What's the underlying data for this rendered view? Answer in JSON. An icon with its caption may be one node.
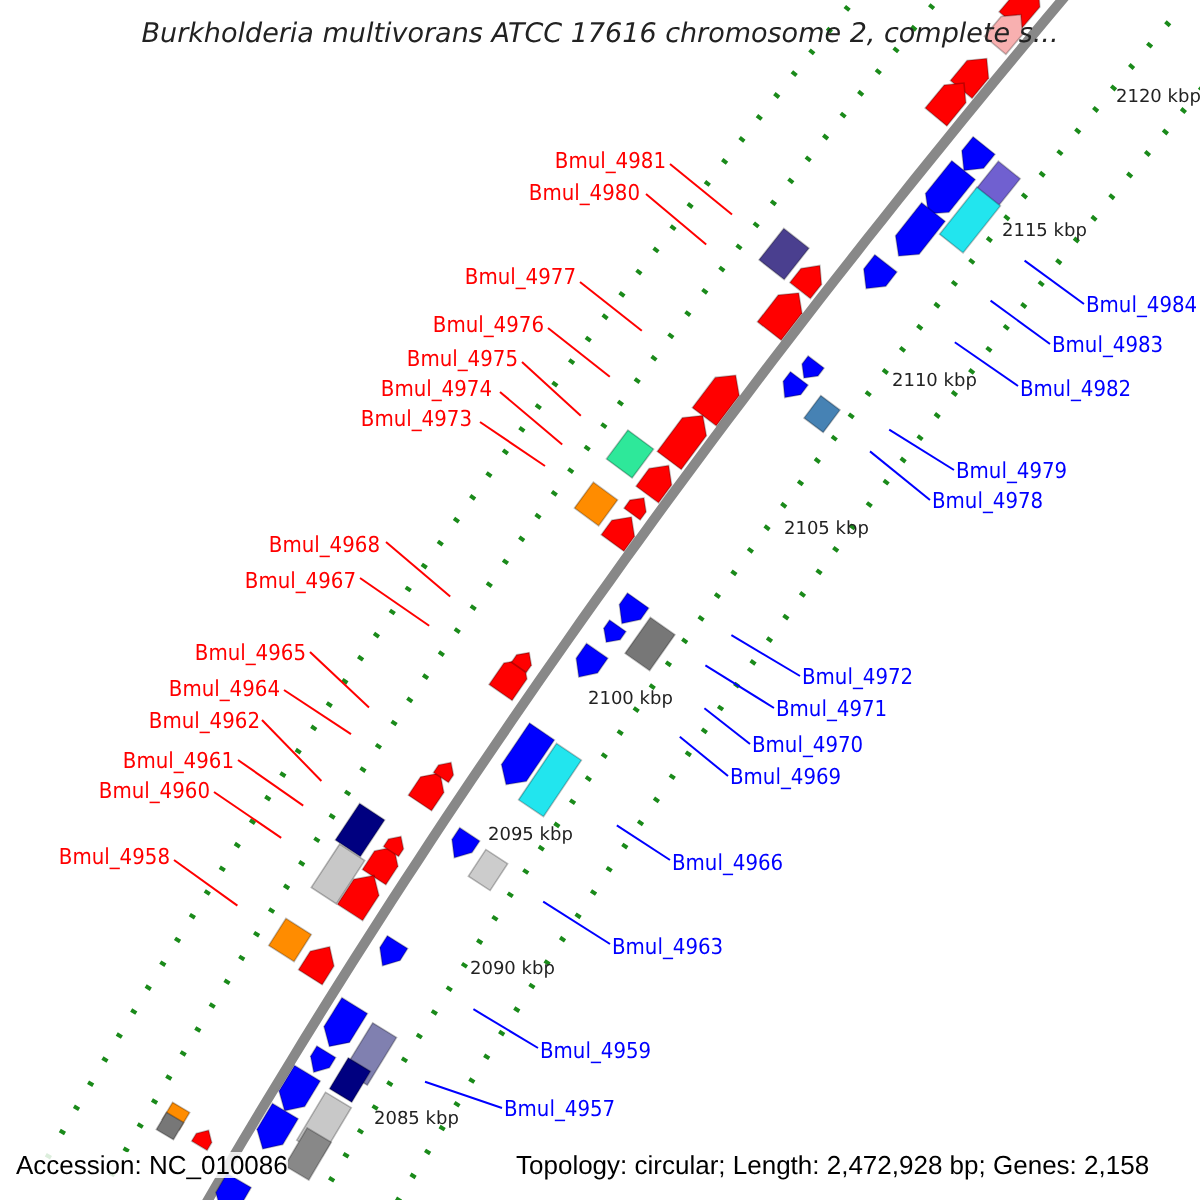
{
  "diagram": {
    "title": "Burkholderia multivorans ATCC 17616 chromosome 2, complete s...",
    "nodes": [
      {
        "text": [
          "Bmul_4981"
        ]
      },
      {
        "text": [
          "Bmul_4980"
        ]
      },
      {
        "text": [
          "Bmul_4977"
        ]
      },
      {
        "text": [
          "Bmul_4976"
        ]
      },
      {
        "text": [
          "Bmul_4975"
        ]
      },
      {
        "text": [
          "Bmul_4974"
        ]
      },
      {
        "text": [
          "Bmul_4973"
        ]
      },
      {
        "text": [
          "Bmul_4968"
        ]
      },
      {
        "text": [
          "Bmul_4967"
        ]
      },
      {
        "text": [
          "Bmul_4965"
        ]
      },
      {
        "text": [
          "Bmul_4964"
        ]
      },
      {
        "text": [
          "Bmul_4962"
        ]
      },
      {
        "text": [
          "Bmul_4961"
        ]
      },
      {
        "text": [
          "Bmul_4960"
        ]
      },
      {
        "text": [
          "Bmul_4958"
        ]
      },
      {
        "text": [
          "Bmul_4984"
        ]
      },
      {
        "text": [
          "Bmul_4983"
        ]
      },
      {
        "text": [
          "Bmul_4982"
        ]
      },
      {
        "text": [
          "Bmul_4979"
        ]
      },
      {
        "text": [
          "Bmul_4978"
        ]
      },
      {
        "text": [
          "Bmul_4972"
        ]
      },
      {
        "text": [
          "Bmul_4971"
        ]
      },
      {
        "text": [
          "Bmul_4970"
        ]
      },
      {
        "text": [
          "Bmul_4969"
        ]
      },
      {
        "text": [
          "Bmul_4966"
        ]
      },
      {
        "text": [
          "Bmul_4963"
        ]
      },
      {
        "text": [
          "Bmul_4959"
        ]
      },
      {
        "text": [
          "Bmul_4957"
        ]
      }
    ],
    "edges": [
      {
        "from": 0,
        "to": null,
        "arrow": "none"
      },
      {
        "from": 1,
        "to": null,
        "arrow": "none"
      },
      {
        "from": 2,
        "to": null,
        "arrow": "none"
      },
      {
        "from": 3,
        "to": null,
        "arrow": "none"
      },
      {
        "from": 4,
        "to": null,
        "arrow": "none"
      },
      {
        "from": 5,
        "to": null,
        "arrow": "none"
      },
      {
        "from": 6,
        "to": null,
        "arrow": "none"
      },
      {
        "from": 7,
        "to": null,
        "arrow": "none"
      },
      {
        "from": 8,
        "to": null,
        "arrow": "none"
      },
      {
        "from": 9,
        "to": null,
        "arrow": "none"
      },
      {
        "from": 10,
        "to": null,
        "arrow": "none"
      },
      {
        "from": 11,
        "to": null,
        "arrow": "none"
      },
      {
        "from": 12,
        "to": null,
        "arrow": "none"
      },
      {
        "from": 13,
        "to": null,
        "arrow": "none"
      },
      {
        "from": 14,
        "to": null,
        "arrow": "none"
      },
      {
        "from": 15,
        "to": null,
        "arrow": "none",
        "color": "#0000ff"
      },
      {
        "from": 16,
        "to": null,
        "arrow": "none",
        "color": "#0000ff"
      },
      {
        "from": 17,
        "to": null,
        "arrow": "none",
        "color": "#0000ff"
      },
      {
        "from": 18,
        "to": null,
        "arrow": "none",
        "color": "#0000ff"
      },
      {
        "from": 19,
        "to": null,
        "arrow": "none",
        "color": "#0000ff"
      },
      {
        "from": 20,
        "to": null,
        "arrow": "none",
        "color": "#0000ff"
      },
      {
        "from": 21,
        "to": null,
        "arrow": "none",
        "color": "#0000ff"
      },
      {
        "from": 22,
        "to": null,
        "arrow": "none",
        "color": "#0000ff"
      },
      {
        "from": 23,
        "to": null,
        "arrow": "none",
        "color": "#0000ff"
      },
      {
        "from": 24,
        "to": null,
        "arrow": "none",
        "color": "#0000ff"
      },
      {
        "from": 25,
        "to": null,
        "arrow": "none",
        "color": "#0000ff"
      },
      {
        "from": 26,
        "to": null,
        "arrow": "none",
        "color": "#0000ff"
      },
      {
        "from": 27,
        "to": null,
        "arrow": "none",
        "color": "#0000ff"
      }
    ],
    "labels": [
      "2120 kbp",
      "2115 kbp",
      "2110 kbp",
      "2105 kbp",
      "2100 kbp",
      "2095 kbp",
      "2090 kbp",
      "2085 kbp",
      "Accession: NC_010086",
      "Topology: circular; Length: 2,472,928 bp; Genes: 2,158"
    ]
  }
}
